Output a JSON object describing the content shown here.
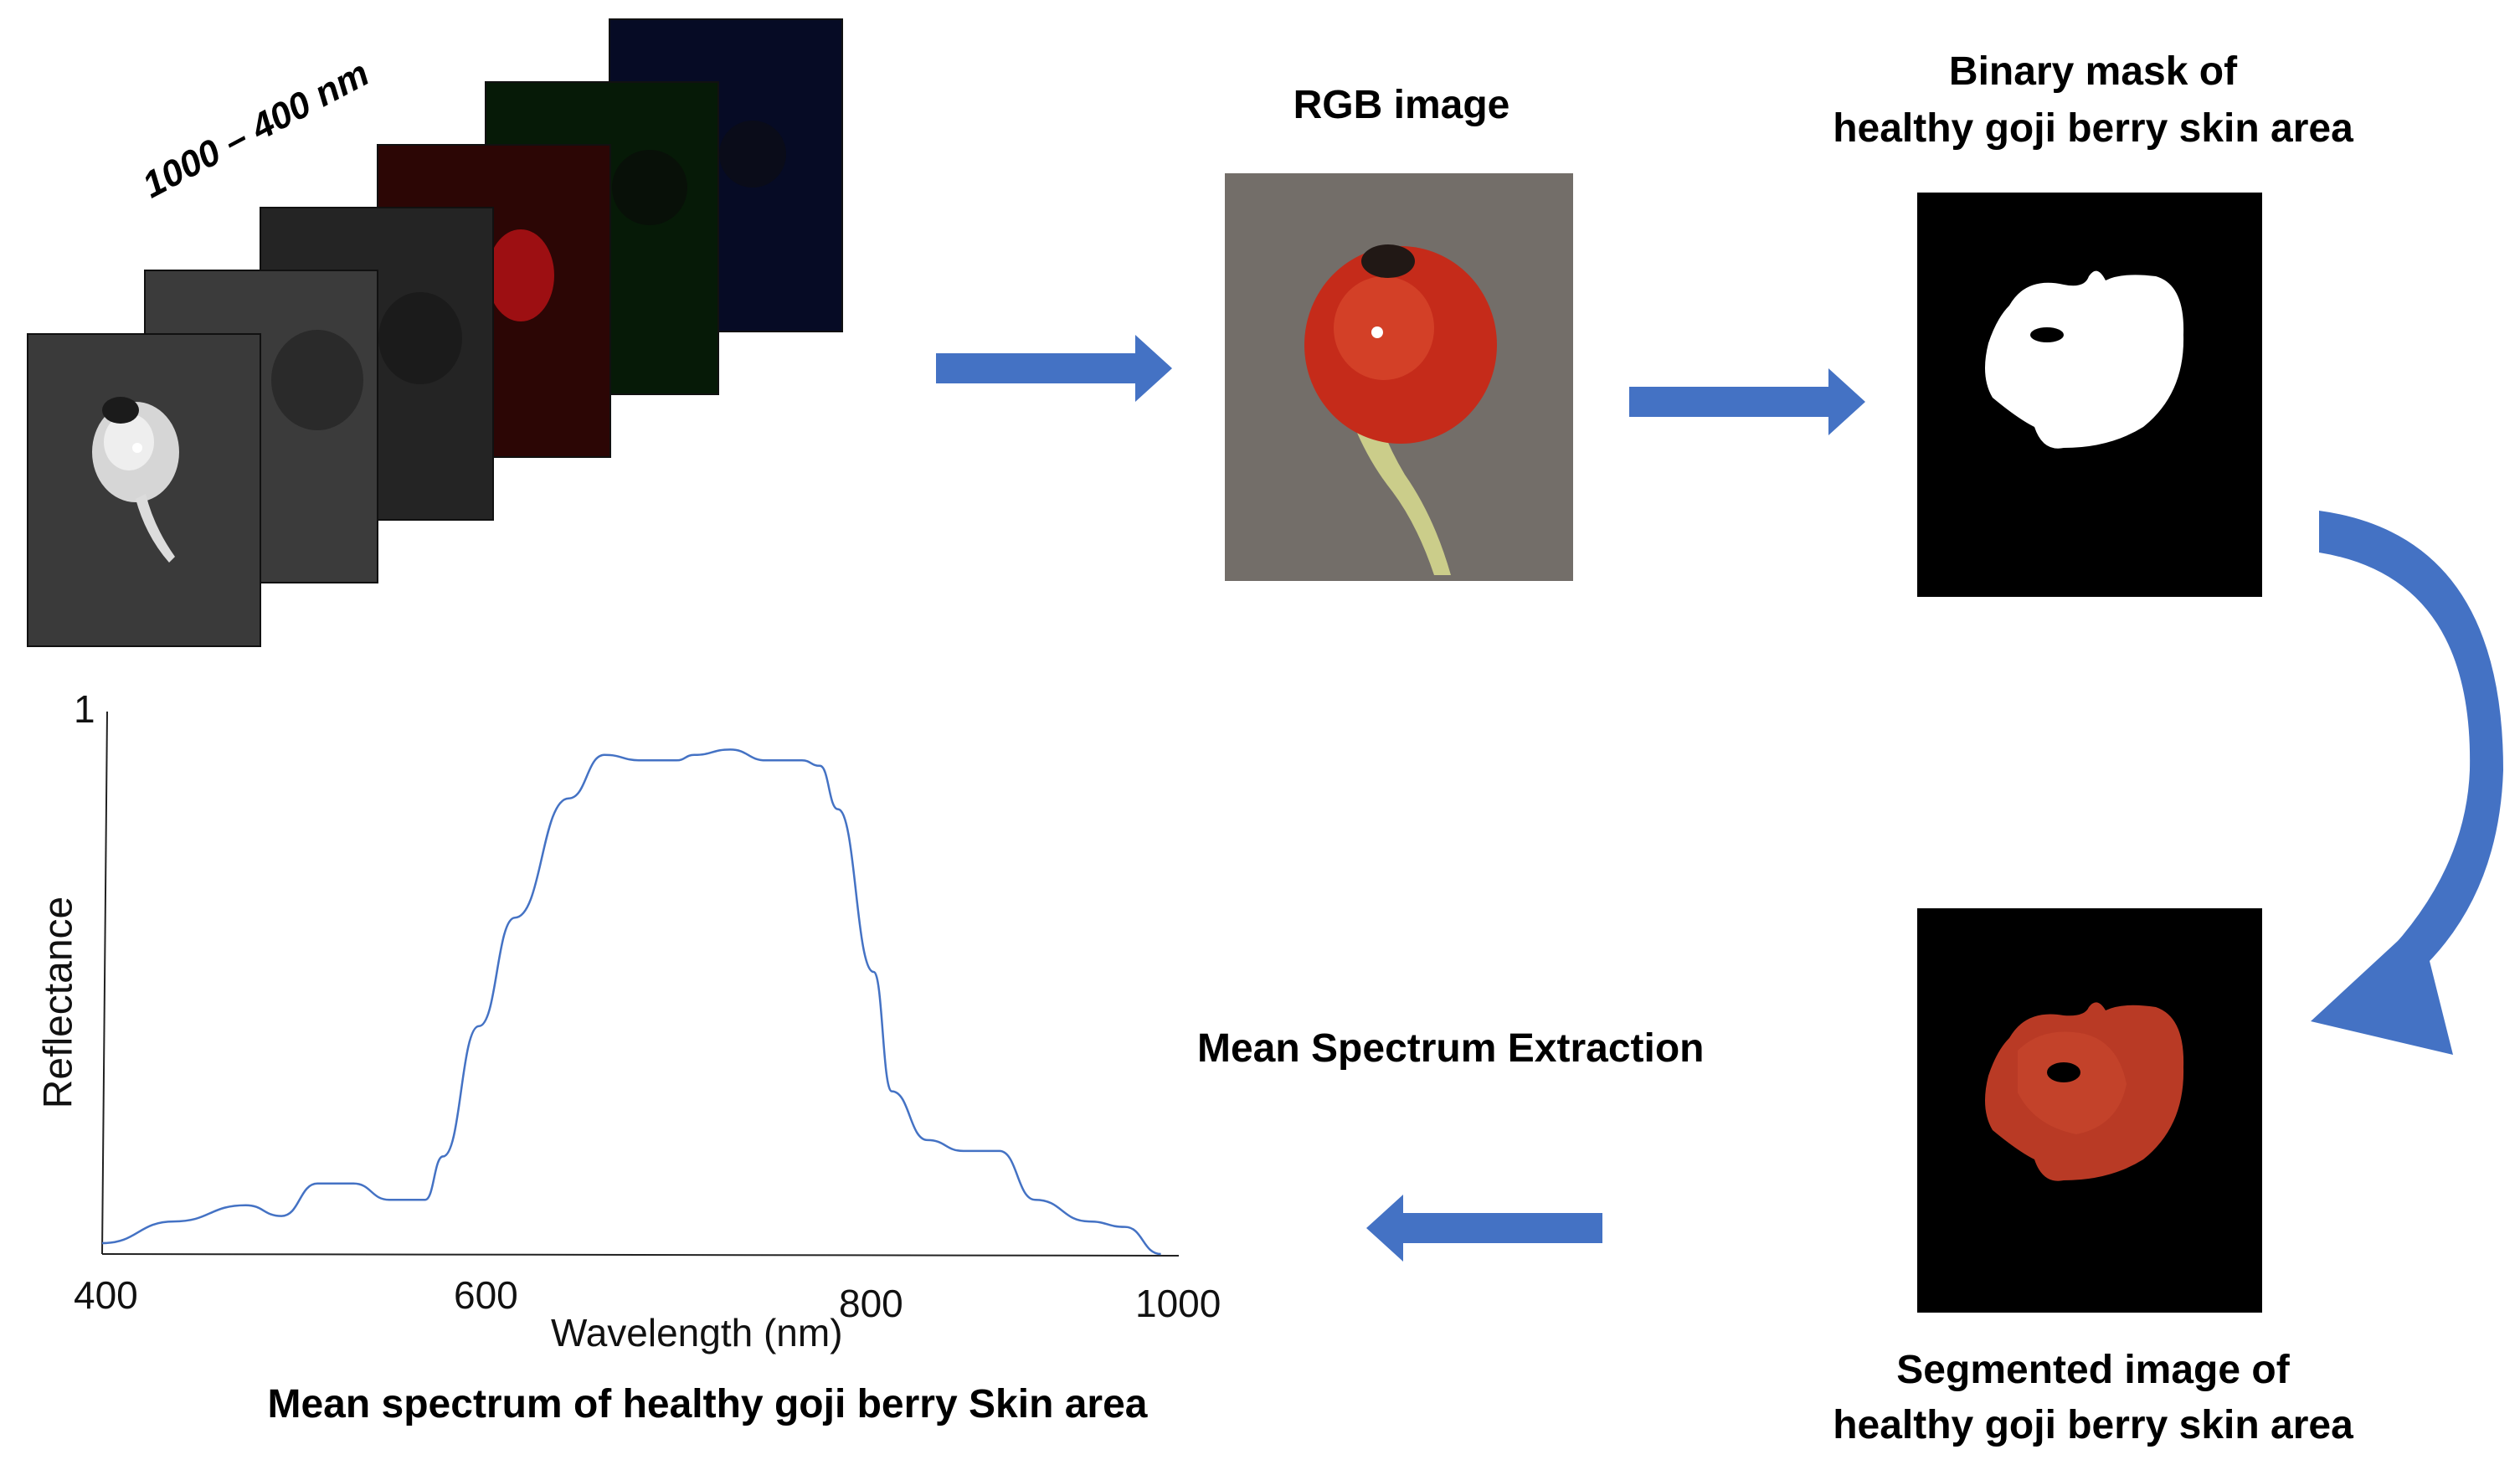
{
  "stack": {
    "range_label": "1000 – 400 nm"
  },
  "rgb": {
    "title": "RGB image"
  },
  "mask": {
    "title_line1": "Binary mask of",
    "title_line2": "healthy goji berry skin area"
  },
  "segmented": {
    "title_line1": "Segmented image of",
    "title_line2": "healthy goji berry skin area"
  },
  "extraction": {
    "label": "Mean Spectrum Extraction"
  },
  "chart": {
    "caption": "Mean spectrum of healthy goji berry Skin area"
  },
  "colors": {
    "arrow": "#4472c4",
    "curve": "#4472c4",
    "berry": "#c8341f",
    "mask_bg": "#000000",
    "mask_fg": "#ffffff"
  },
  "chart_data": {
    "type": "line",
    "title": "",
    "xlabel": "Wavelength (nm)",
    "ylabel": "Reflectance",
    "x_ticks": [
      "400",
      "600",
      "800",
      "1000"
    ],
    "y_ticks": [
      "1"
    ],
    "xlim": [
      400,
      1000
    ],
    "ylim": [
      0,
      1
    ],
    "grid": false,
    "series": [
      {
        "x": [
          400,
          440,
          480,
          500,
          520,
          540,
          560,
          580,
          590,
          610,
          630,
          660,
          680,
          700,
          720,
          730,
          750,
          770,
          790,
          800,
          810,
          830,
          840,
          860,
          880,
          900,
          920,
          950,
          970,
          990
        ],
        "values": [
          0.02,
          0.06,
          0.09,
          0.07,
          0.13,
          0.13,
          0.1,
          0.1,
          0.18,
          0.42,
          0.62,
          0.84,
          0.92,
          0.91,
          0.91,
          0.92,
          0.93,
          0.91,
          0.91,
          0.9,
          0.82,
          0.52,
          0.3,
          0.21,
          0.19,
          0.19,
          0.1,
          0.06,
          0.05,
          0.0
        ]
      }
    ]
  }
}
